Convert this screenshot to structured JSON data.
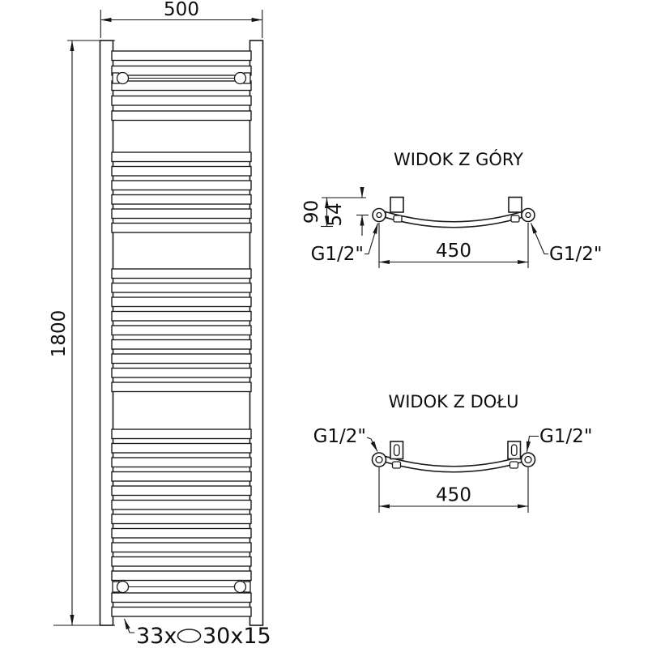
{
  "page": {
    "background_color": "#ffffff",
    "line_color": "#1a1a1a"
  },
  "front_view": {
    "width_dim": "500",
    "height_dim": "1800",
    "tube_count_label": "33x",
    "tube_size_label": "30x15",
    "tube_groups": [
      5,
      6,
      9,
      13
    ]
  },
  "top_view": {
    "title": "WIDOK Z GÓRY",
    "depth_dim": "90",
    "tube_depth_dim": "54",
    "connection_spacing_dim": "450",
    "thread_left": "G1/2\"",
    "thread_right": "G1/2\""
  },
  "bottom_view": {
    "title": "WIDOK Z DOŁU",
    "connection_spacing_dim": "450",
    "thread_left": "G1/2\"",
    "thread_right": "G1/2\""
  }
}
